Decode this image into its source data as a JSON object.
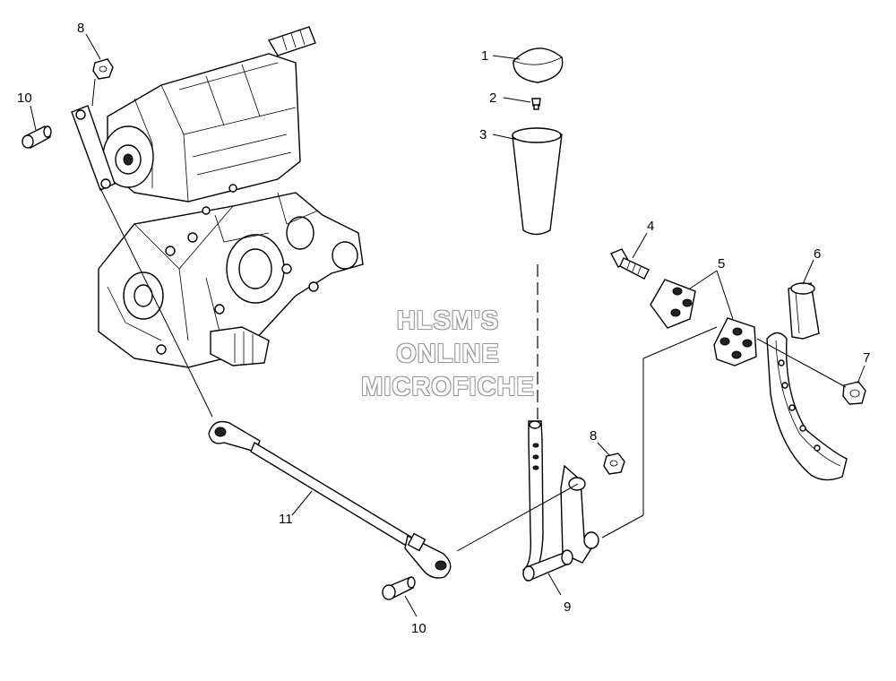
{
  "watermark": {
    "lines": [
      "HLSM'S",
      "ONLINE",
      "MICROFICHE"
    ]
  },
  "callouts": {
    "c1": "1",
    "c2": "2",
    "c3": "3",
    "c4": "4",
    "c5": "5",
    "c6": "6",
    "c7": "7",
    "c8_top": "8",
    "c8_mid": "8",
    "c9": "9",
    "c10_top": "10",
    "c10_bottom": "10",
    "c11": "11"
  }
}
